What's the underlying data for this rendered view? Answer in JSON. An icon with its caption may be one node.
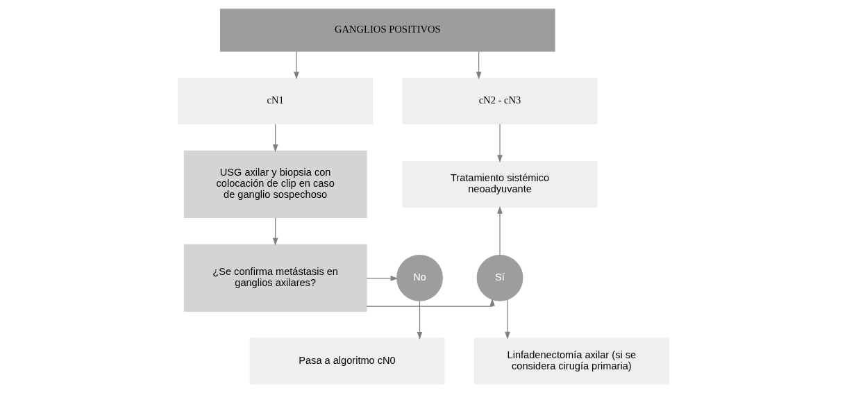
{
  "diagram": {
    "nodes": [
      {
        "text": [
          "GANGLIOS POSITIVOS"
        ]
      },
      {
        "text": [
          "cN1"
        ]
      },
      {
        "text": [
          "cN2 - cN3"
        ]
      },
      {
        "text": [
          "USG axilar y biopsia con colocación de clip en caso de ganglio sospechoso"
        ]
      },
      {
        "text": [
          "¿Se confirma metástasis en ganglios axilares?"
        ]
      },
      {
        "text": [
          "Sí"
        ]
      },
      {
        "text": [
          "No"
        ]
      },
      {
        "text": [
          "Tratamiento sistémico neoadyuvante"
        ]
      },
      {
        "text": [
          "Linfadenectomía axilar (si se considera cirugía primaria)"
        ]
      },
      {
        "text": [
          "Pasa a algoritmo cN0"
        ]
      }
    ],
    "edges": [
      {
        "from": 0,
        "to": 1,
        "arrow": "to"
      },
      {
        "from": 0,
        "to": 2,
        "arrow": "to"
      },
      {
        "from": 1,
        "to": 3,
        "arrow": "to"
      },
      {
        "from": 2,
        "to": 7,
        "arrow": "to"
      },
      {
        "from": 3,
        "to": 4,
        "arrow": "to"
      },
      {
        "from": 4,
        "to": 5,
        "arrow": "to"
      },
      {
        "from": 4,
        "to": 6,
        "arrow": "to"
      },
      {
        "from": 5,
        "to": 7,
        "arrow": "to"
      },
      {
        "from": 5,
        "to": 8,
        "arrow": "to"
      },
      {
        "from": 6,
        "to": 9,
        "arrow": "to"
      }
    ]
  }
}
